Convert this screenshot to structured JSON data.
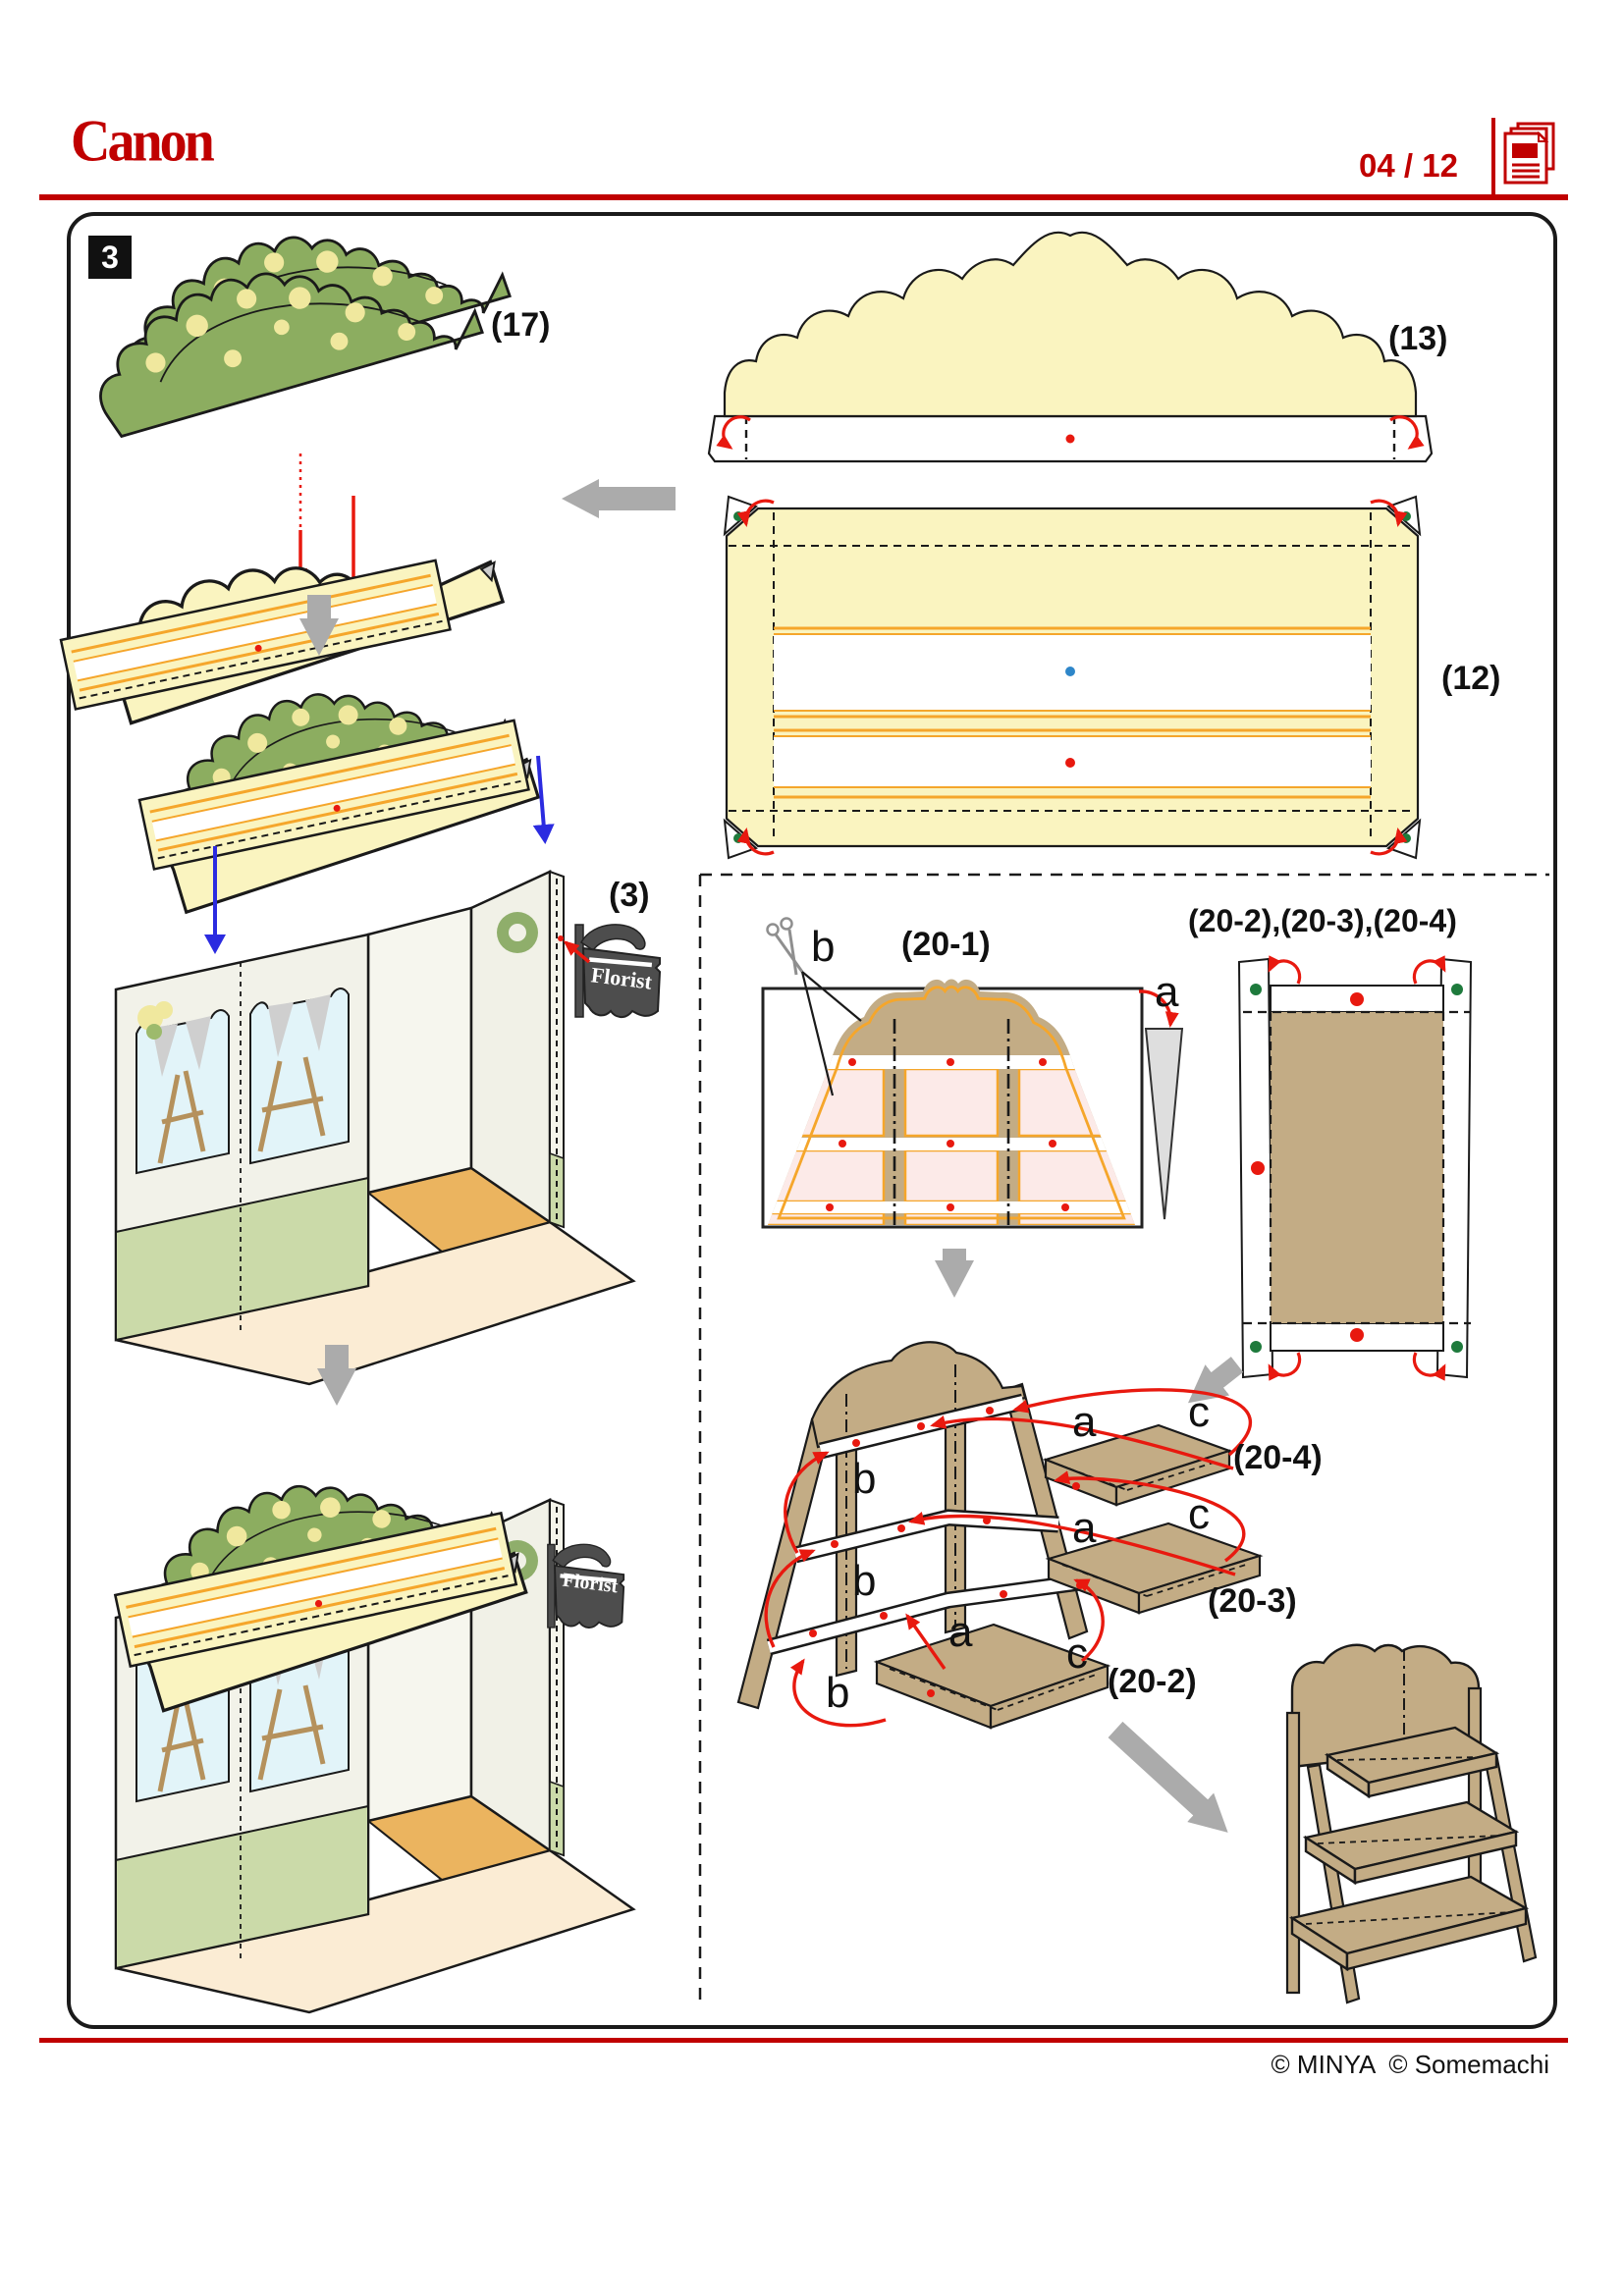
{
  "header": {
    "brand": "Canon",
    "page_indicator": "04 / 12",
    "pages_icon": "stacked-pages-icon",
    "accent_color": "#CC0000"
  },
  "step": {
    "number": "3"
  },
  "parts": {
    "p17": "(17)",
    "p13": "(13)",
    "p12": "(12)",
    "p3": "(3)",
    "p20_1": "(20-1)",
    "p20_234": "(20-2),(20-3),(20-4)",
    "p20_4": "(20-4)",
    "p20_3": "(20-3)",
    "p20_2": "(20-2)"
  },
  "tabs": {
    "a": "a",
    "b": "b",
    "c": "c"
  },
  "florist_sign": {
    "text": "Florist"
  },
  "footer": {
    "copyright": "© MINYA  © Somemachi"
  },
  "palette": {
    "accent_red": "#CC0000",
    "diagram_red": "#E8190F",
    "blue_arrow": "#2B2BE0",
    "glue_dot_blue": "#2E86C9",
    "glue_dot_green": "#1E7A3C",
    "paper_yellow": "#FAF4C0",
    "hedge_green": "#8CAD60",
    "flower_yellow": "#F0E89E",
    "orange_line": "#F5A62B",
    "kraft_tan": "#C3AC85",
    "panel_pink": "#FCEAE8",
    "flow_arrow_gray": "#ABABAB",
    "sign_gray": "#4D4D4D",
    "wall_cream": "#F2F2E9",
    "wall_green": "#CBDAA9",
    "floor_orange": "#EBB45F",
    "apron_cream": "#FBECD4"
  },
  "icons": {
    "scissors": "scissors-icon",
    "flow_arrows": "flow-arrow-icon",
    "fold_arrows": "fold-arrow-icon"
  }
}
